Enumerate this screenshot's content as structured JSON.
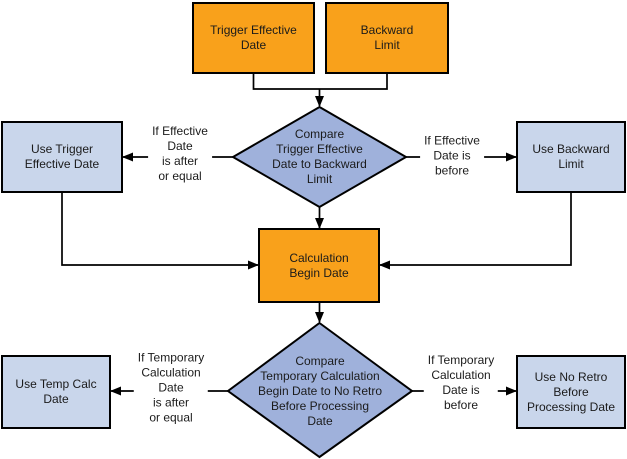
{
  "colors": {
    "process_orange": "#F9A11B",
    "decision_blue": "#9FB1DB",
    "result_blue": "#C9D6EB",
    "border": "#000000",
    "connector": "#000000",
    "background": "#FFFFFF"
  },
  "nodes": {
    "trigger_effective_date": {
      "label": "Trigger Effective\nDate"
    },
    "backward_limit": {
      "label": "Backward\nLimit"
    },
    "compare_trigger_vs_backward": {
      "label": "Compare\nTrigger Effective\nDate to Backward\nLimit"
    },
    "use_trigger_effective_date": {
      "label": "Use Trigger\nEffective Date"
    },
    "use_backward_limit": {
      "label": "Use Backward\nLimit"
    },
    "calculation_begin_date": {
      "label": "Calculation\nBegin Date"
    },
    "compare_temp_vs_no_retro": {
      "label": "Compare\nTemporary Calculation\nBegin Date to No Retro\nBefore Processing\nDate"
    },
    "use_temp_calc_date": {
      "label": "Use Temp Calc\nDate"
    },
    "use_no_retro_before_processing_date": {
      "label": "Use No Retro\nBefore\nProcessing Date"
    }
  },
  "edge_labels": {
    "effective_after_or_equal": "If Effective\nDate\nis after\nor equal",
    "effective_before": "If Effective\nDate is\nbefore",
    "temp_after_or_equal": "If Temporary\nCalculation\nDate\nis after\nor equal",
    "temp_before": "If Temporary\nCalculation\nDate is\nbefore"
  }
}
